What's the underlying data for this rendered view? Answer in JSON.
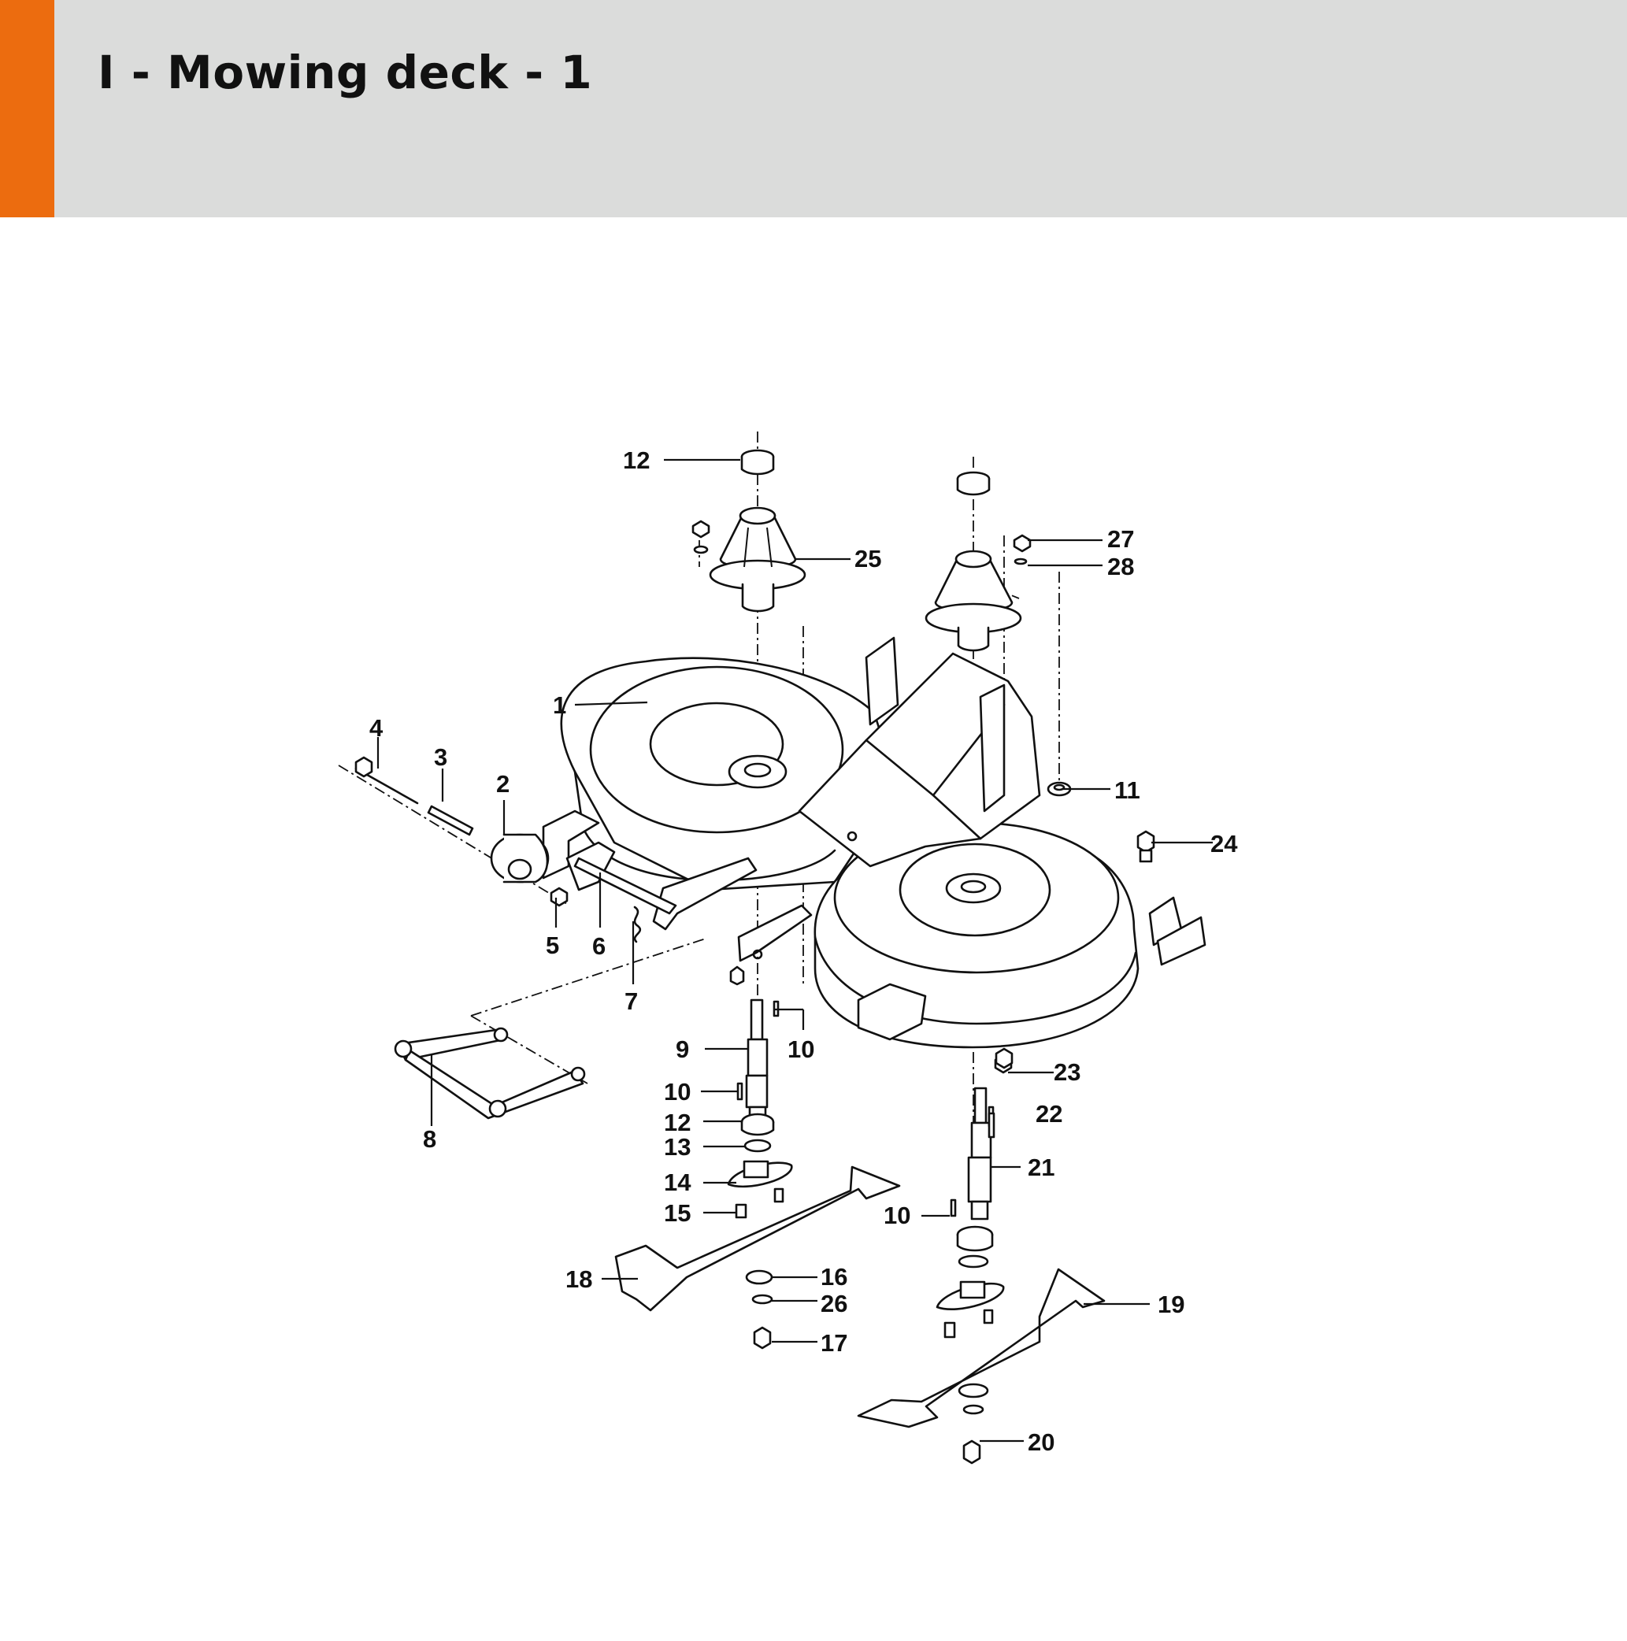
{
  "header": {
    "title": "I - Mowing deck - 1",
    "accent_color": "#ec6c0f",
    "band_color": "#dbdcdb"
  },
  "diagram": {
    "callouts": [
      {
        "id": "c12a",
        "label": "12"
      },
      {
        "id": "c25",
        "label": "25"
      },
      {
        "id": "c27",
        "label": "27"
      },
      {
        "id": "c28",
        "label": "28"
      },
      {
        "id": "c1",
        "label": "1"
      },
      {
        "id": "c4",
        "label": "4"
      },
      {
        "id": "c3",
        "label": "3"
      },
      {
        "id": "c2",
        "label": "2"
      },
      {
        "id": "c11",
        "label": "11"
      },
      {
        "id": "c24",
        "label": "24"
      },
      {
        "id": "c5",
        "label": "5"
      },
      {
        "id": "c6",
        "label": "6"
      },
      {
        "id": "c7",
        "label": "7"
      },
      {
        "id": "c9",
        "label": "9"
      },
      {
        "id": "c10a",
        "label": "10"
      },
      {
        "id": "c23",
        "label": "23"
      },
      {
        "id": "c8",
        "label": "8"
      },
      {
        "id": "c10b",
        "label": "10"
      },
      {
        "id": "c22",
        "label": "22"
      },
      {
        "id": "c12b",
        "label": "12"
      },
      {
        "id": "c13",
        "label": "13"
      },
      {
        "id": "c21",
        "label": "21"
      },
      {
        "id": "c14",
        "label": "14"
      },
      {
        "id": "c15",
        "label": "15"
      },
      {
        "id": "c10c",
        "label": "10"
      },
      {
        "id": "c18",
        "label": "18"
      },
      {
        "id": "c16",
        "label": "16"
      },
      {
        "id": "c26",
        "label": "26"
      },
      {
        "id": "c19",
        "label": "19"
      },
      {
        "id": "c17",
        "label": "17"
      },
      {
        "id": "c20",
        "label": "20"
      }
    ]
  }
}
